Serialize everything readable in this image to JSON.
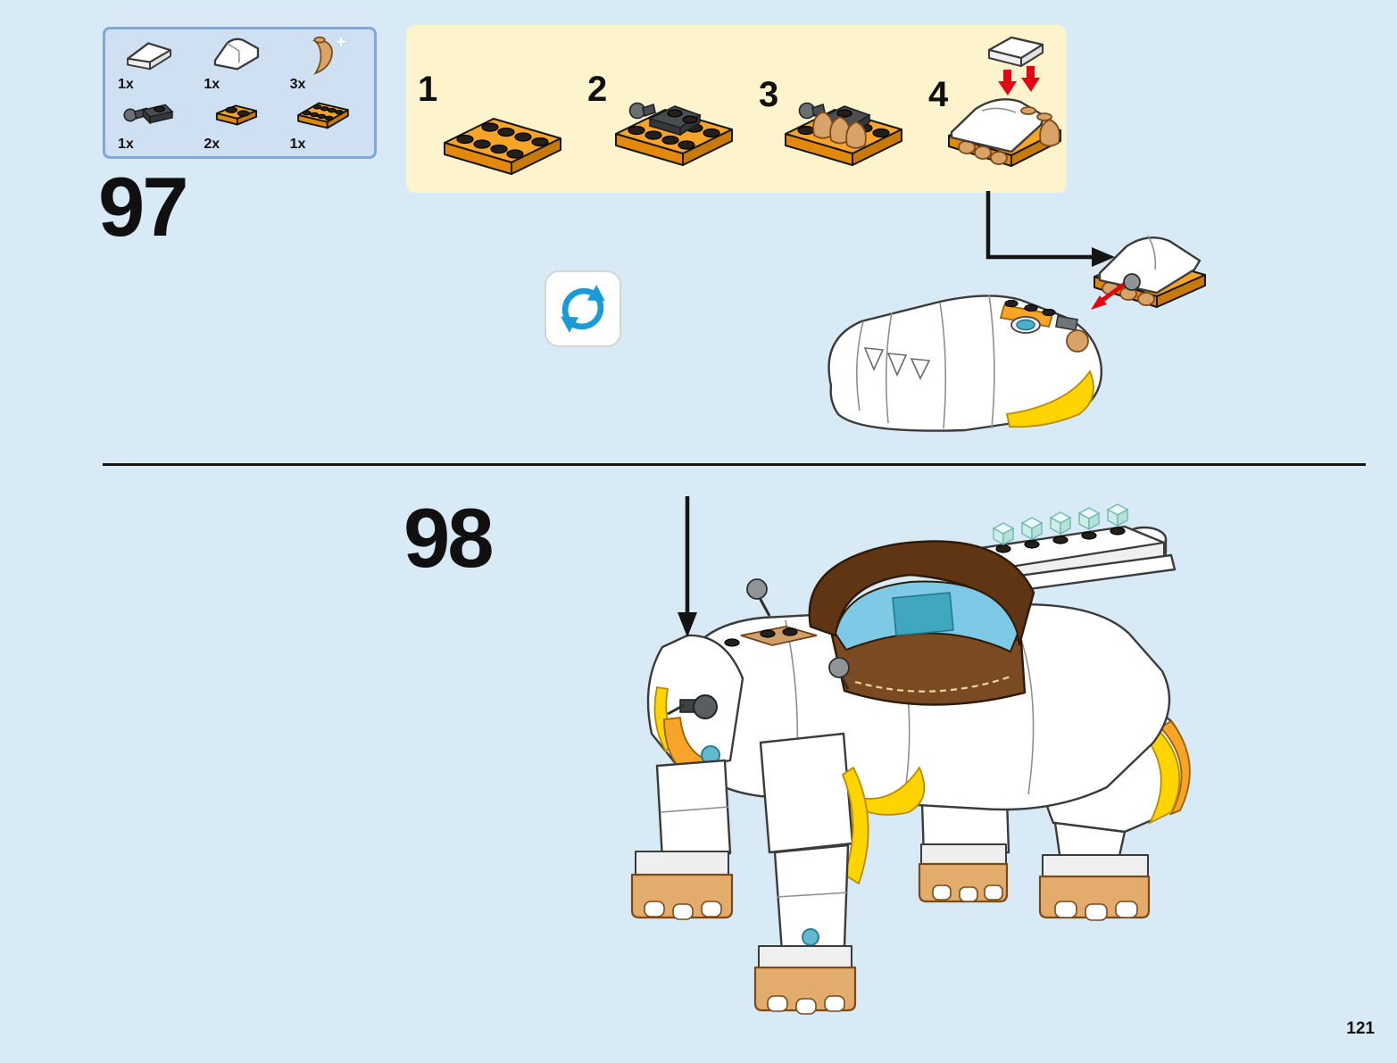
{
  "page": {
    "number": "121"
  },
  "step_97": {
    "number": "97",
    "parts_box": {
      "items": [
        {
          "qty": "1x",
          "part": "white-curved-slope-1x2"
        },
        {
          "qty": "1x",
          "part": "white-curved-slope-2x2"
        },
        {
          "qty": "3x",
          "part": "tan-horn-tooth"
        },
        {
          "qty": "1x",
          "part": "dark-gray-plate-with-towball"
        },
        {
          "qty": "2x",
          "part": "orange-plate-small"
        },
        {
          "qty": "1x",
          "part": "orange-plate-2x4"
        }
      ]
    },
    "substeps": [
      {
        "label": "1"
      },
      {
        "label": "2"
      },
      {
        "label": "3"
      },
      {
        "label": "4"
      }
    ]
  },
  "step_98": {
    "number": "98"
  },
  "colors": {
    "background": "#d8eaf6",
    "parts_box_fill": "#cfe0f2",
    "parts_box_border": "#7fa8d9",
    "substep_panel_fill": "#fdf3cd",
    "lego_orange": "#f7a429",
    "lego_tan": "#d9a267",
    "lego_yellow": "#ffd400",
    "saddle_brown": "#7a4a22",
    "seat_blue": "#7ec9e6",
    "crystal_teal": "#cdeee8",
    "rotate_arrow_blue": "#1a9ad6",
    "guide_arrow_red": "#e30613"
  }
}
